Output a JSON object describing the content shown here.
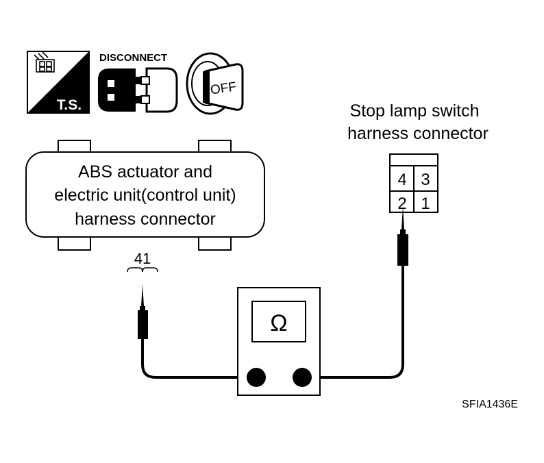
{
  "icons": {
    "ts_icon": {
      "label": "T.S.",
      "icon": "trouble-diagnosis-icon"
    },
    "disconnect_icon": {
      "label": "DISCONNECT",
      "icon": "connector-disconnect-icon"
    },
    "ignition_icon": {
      "label": "OFF",
      "icon": "ignition-key-off-icon"
    }
  },
  "abs_connector": {
    "lines": [
      "ABS actuator and",
      "electric unit(control unit)",
      "harness connector"
    ],
    "terminal": "41"
  },
  "stop_lamp_connector": {
    "lines": [
      "Stop lamp switch",
      "harness connector"
    ],
    "pins": [
      "4",
      "3",
      "2",
      "1"
    ]
  },
  "ohmmeter": {
    "symbol": "Ω",
    "icon": "ohmmeter-icon"
  },
  "figure_code": "SFIA1436E",
  "colors": {
    "ink": "#000000",
    "paper": "#ffffff"
  }
}
